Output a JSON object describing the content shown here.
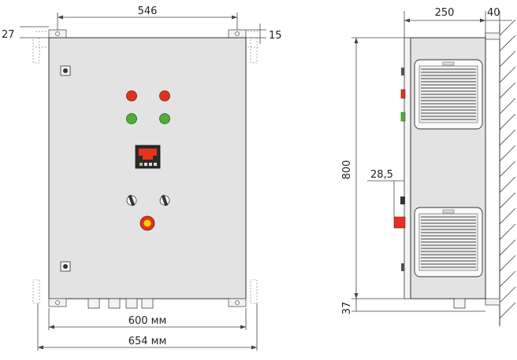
{
  "dimensions": {
    "front_top_width": "546",
    "front_left_offset": "27",
    "front_right_offset": "15",
    "front_body_width": "600 мм",
    "front_total_width": "654 мм",
    "side_depth": "250",
    "side_wall_gap": "40",
    "side_height": "800",
    "side_offset": "28,5",
    "side_bottom": "37"
  },
  "colors": {
    "cabinet": "#e3e3e3",
    "lamp_red": "#e0331f",
    "lamp_green": "#4fae37",
    "button_yellow": "#f5d200",
    "display_red": "#e8321e",
    "wall_hatch": "#444444"
  },
  "icons": {
    "lock": "lock-icon",
    "selector_switch": "selector-switch-icon",
    "fan_grille": "fan-grille-icon"
  }
}
